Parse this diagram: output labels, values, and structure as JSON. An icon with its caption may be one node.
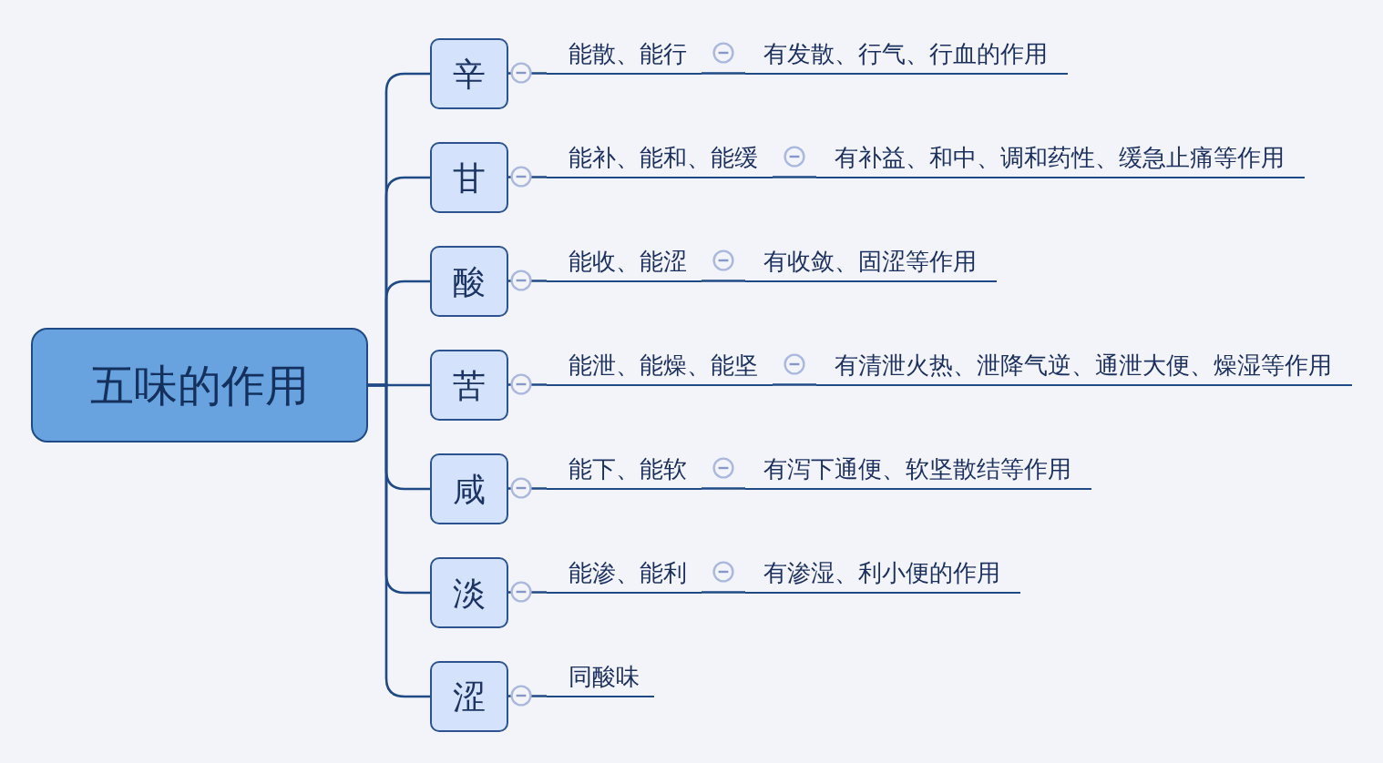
{
  "diagram": {
    "nodes": [
      {
        "text": [
          "五味的作用"
        ]
      },
      {
        "text": [
          "辛"
        ]
      },
      {
        "text": [
          "能散、能行"
        ]
      },
      {
        "text": [
          "有发散、行气、行血的作用"
        ]
      },
      {
        "text": [
          "甘"
        ]
      },
      {
        "text": [
          "能补、能和、能缓"
        ]
      },
      {
        "text": [
          "有补益、和中、调和药性、缓急止痛等作用"
        ]
      },
      {
        "text": [
          "酸"
        ]
      },
      {
        "text": [
          "能收、能涩"
        ]
      },
      {
        "text": [
          "有收敛、固涩等作用"
        ]
      },
      {
        "text": [
          "苦"
        ]
      },
      {
        "text": [
          "能泄、能燥、能坚"
        ]
      },
      {
        "text": [
          "有清泄火热、泄降气逆、通泄大便、燥湿等作用"
        ]
      },
      {
        "text": [
          "咸"
        ]
      },
      {
        "text": [
          "能下、能软"
        ]
      },
      {
        "text": [
          "有泻下通便、软坚散结等作用"
        ]
      },
      {
        "text": [
          "淡"
        ]
      },
      {
        "text": [
          "能渗、能利"
        ]
      },
      {
        "text": [
          "有渗湿、利小便的作用"
        ]
      },
      {
        "text": [
          "涩"
        ]
      },
      {
        "text": [
          "同酸味"
        ]
      }
    ],
    "edges": [
      {
        "from": 0,
        "to": 1,
        "arrow": "none"
      },
      {
        "from": 0,
        "to": 4,
        "arrow": "none"
      },
      {
        "from": 0,
        "to": 7,
        "arrow": "none"
      },
      {
        "from": 0,
        "to": 10,
        "arrow": "none"
      },
      {
        "from": 0,
        "to": 13,
        "arrow": "none"
      },
      {
        "from": 0,
        "to": 16,
        "arrow": "none"
      },
      {
        "from": 0,
        "to": 19,
        "arrow": "none"
      },
      {
        "from": 1,
        "to": 2,
        "arrow": "none"
      },
      {
        "from": 2,
        "to": 3,
        "arrow": "none"
      },
      {
        "from": 4,
        "to": 5,
        "arrow": "none"
      },
      {
        "from": 5,
        "to": 6,
        "arrow": "none"
      },
      {
        "from": 7,
        "to": 8,
        "arrow": "none"
      },
      {
        "from": 8,
        "to": 9,
        "arrow": "none"
      },
      {
        "from": 10,
        "to": 11,
        "arrow": "none"
      },
      {
        "from": 11,
        "to": 12,
        "arrow": "none"
      },
      {
        "from": 13,
        "to": 14,
        "arrow": "none"
      },
      {
        "from": 14,
        "to": 15,
        "arrow": "none"
      },
      {
        "from": 16,
        "to": 17,
        "arrow": "none"
      },
      {
        "from": 17,
        "to": 18,
        "arrow": "none"
      },
      {
        "from": 19,
        "to": 20,
        "arrow": "none"
      }
    ]
  }
}
